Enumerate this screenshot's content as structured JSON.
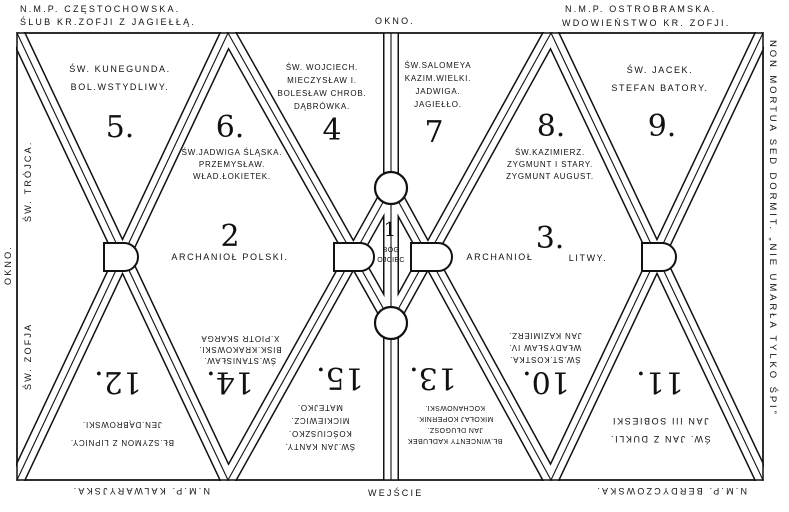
{
  "top": {
    "left_line1": "N.M.P. CZĘSTOCHOWSKA.",
    "left_line2": "ŚLUB KR.ZOFJI Z JAGIEŁŁĄ.",
    "center": "OKNO.",
    "right_line1": "N.M.P. OSTROBRAMSKA.",
    "right_line2": "WDOWIEŃSTWO KR. ZOFJI."
  },
  "left": {
    "outer": "OKNO.",
    "upper": "ŚW. TRÓJCA.",
    "lower": "ŚW. ZOFJA"
  },
  "right": {
    "motto": "NON MORTUA SED DORMIT. „NIE UMARŁA TYLKO ŚPI”"
  },
  "bottom": {
    "left": "N.M.P. KALWARYJSKA.",
    "center": "WEJŚCIE",
    "right": "N.M.P. BERDYCZOWSKA."
  },
  "panels": {
    "p1": {
      "number": "1",
      "lines": [
        "BÓG",
        "OJCIEC"
      ]
    },
    "p2": {
      "number": "2",
      "lines": [
        "ARCHANIOŁ POLSKI."
      ]
    },
    "p3": {
      "number": "3.",
      "lines": [
        "ARCHANIOŁ",
        "LITWY."
      ]
    },
    "p4": {
      "number": "4",
      "lines": [
        "ŚW. WOJCIECH.",
        "MIECZYSŁAW I.",
        "BOLESŁAW CHROB.",
        "DĄBRÓWKA."
      ]
    },
    "p5": {
      "number": "5.",
      "lines": [
        "ŚW. KUNEGUNDA.",
        "BOL.WSTYDLIWY."
      ]
    },
    "p6": {
      "number": "6.",
      "lines": [
        "ŚW.JADWIGA ŚLĄSKA.",
        "PRZEMYSŁAW.",
        "WŁAD.ŁOKIETEK."
      ]
    },
    "p7": {
      "number": "7",
      "lines": [
        "ŚW.SALOMEYA",
        "KAZIM.WIELKI.",
        "JADWIGA.",
        "JAGIEŁŁO."
      ]
    },
    "p8": {
      "number": "8.",
      "lines": [
        "ŚW.KAZIMIERZ.",
        "ZYGMUNT I STARY.",
        "ZYGMUNT AUGUST."
      ]
    },
    "p9": {
      "number": "9.",
      "lines": [
        "ŚW. JACEK.",
        "STEFAN BATORY."
      ]
    },
    "p10": {
      "number": "10.",
      "lines": [
        "ŚW.ST.KOSTKA.",
        "WŁADYSŁAW IV.",
        "JAN KAZIMIERZ."
      ]
    },
    "p11": {
      "number": "11.",
      "lines": [
        "ŚW. JAN Z DUKLI.",
        "JAN III SOBIESKI"
      ]
    },
    "p12": {
      "number": "12.",
      "lines": [
        "BŁ.SZYMON Z LIPNICY.",
        "JEN.DĄBROWSKI."
      ]
    },
    "p13": {
      "number": "13.",
      "lines": [
        "BŁ.WINCENTY KADŁUBEK",
        "JAN DŁUGOSZ.",
        "MIKOŁAJ KOPERNIK.",
        "KOCHANOWSKI."
      ]
    },
    "p14": {
      "number": "14.",
      "lines": [
        "ŚW.STANISŁAW.",
        "BISK.KRAKOWSKI.",
        "X.PIOTR SKARGA"
      ]
    },
    "p15": {
      "number": "15.",
      "lines": [
        "ŚW.JAN KANTY.",
        "KOŚCIUSZKO.",
        "MICKIEWICZ.",
        "MATEJKO."
      ]
    }
  }
}
